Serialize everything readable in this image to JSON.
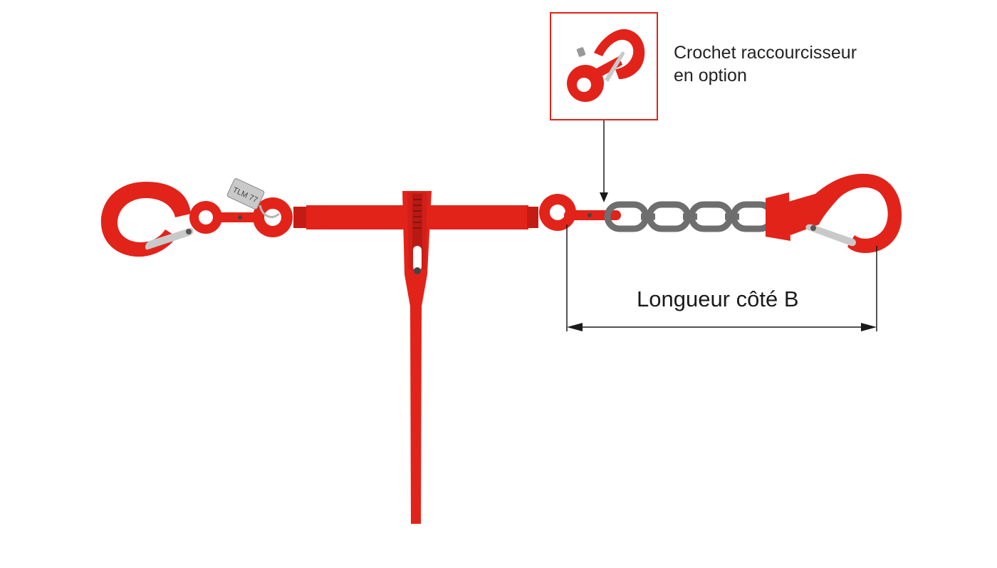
{
  "callout": {
    "line1": "Crochet raccourcisseur",
    "line2": "en option"
  },
  "dimension": {
    "label": "Longueur côté B"
  },
  "tag": {
    "text": "TLM 77"
  },
  "colors": {
    "accent": "#e2231a",
    "chain": "#6e6e6e",
    "latch": "#c9c9c9",
    "line": "#1a1a1a"
  }
}
